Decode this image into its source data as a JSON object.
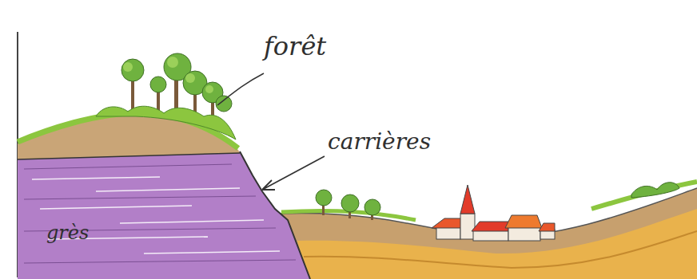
{
  "diagram": {
    "labels": [
      "forêt",
      "carrières",
      "grès"
    ]
  }
}
